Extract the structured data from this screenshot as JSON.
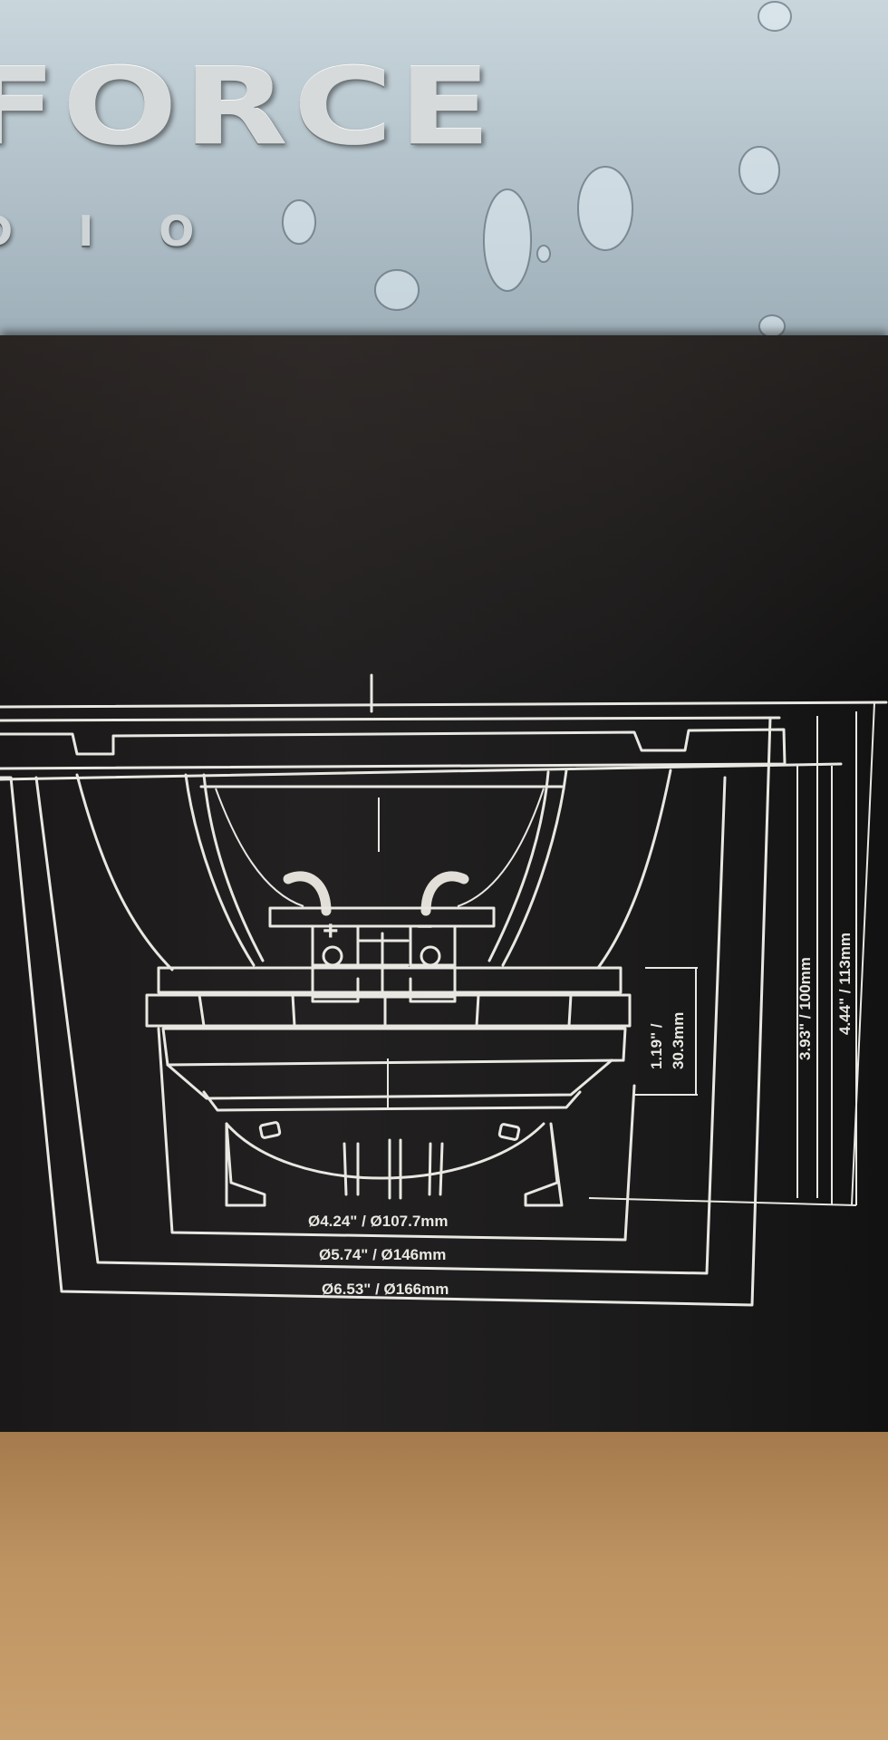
{
  "brand": {
    "word": "FORCE",
    "sub": "DIO"
  },
  "terminals": {
    "positive": "+",
    "negative": "−"
  },
  "dimensions": {
    "magnet_dia": "Ø4.24\" / Ø107.7mm",
    "cutout_dia": "Ø5.74\" / Ø146mm",
    "outer_dia": "Ø6.53\" / Ø166mm",
    "mount_depth_line1": "1.19\" /",
    "mount_depth_line2": "30.3mm",
    "depth_a": "3.93\" / 100mm",
    "depth_b": "4.44\" / 113mm"
  },
  "colors": {
    "line": "#e9e7e2",
    "box": "#1c1b1b",
    "table": "#bf9463",
    "sleeve": "#b4c3cb"
  }
}
